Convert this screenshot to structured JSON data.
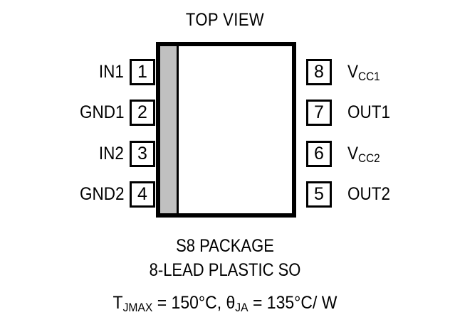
{
  "title": "TOP VIEW",
  "package": {
    "bevel_color": "#c0c0c0",
    "outline_color": "#000000"
  },
  "pins": {
    "left": [
      {
        "number": "1",
        "label": "IN1",
        "sub": ""
      },
      {
        "number": "2",
        "label": "GND1",
        "sub": ""
      },
      {
        "number": "3",
        "label": "IN2",
        "sub": ""
      },
      {
        "number": "4",
        "label": "GND2",
        "sub": ""
      }
    ],
    "right": [
      {
        "number": "8",
        "label": "V",
        "sub": "CC1"
      },
      {
        "number": "7",
        "label": "OUT1",
        "sub": ""
      },
      {
        "number": "6",
        "label": "V",
        "sub": "CC2"
      },
      {
        "number": "5",
        "label": "OUT2",
        "sub": ""
      }
    ]
  },
  "caption": {
    "package_name": "S8 PACKAGE",
    "package_desc": "8-LEAD PLASTIC SO"
  },
  "thermal": {
    "tj_symbol": "T",
    "tj_sub": "JMAX",
    "tj_value": " = 150°C, ",
    "theta_symbol": "θ",
    "theta_sub": "JA",
    "theta_value": " = 135°C/ W"
  }
}
